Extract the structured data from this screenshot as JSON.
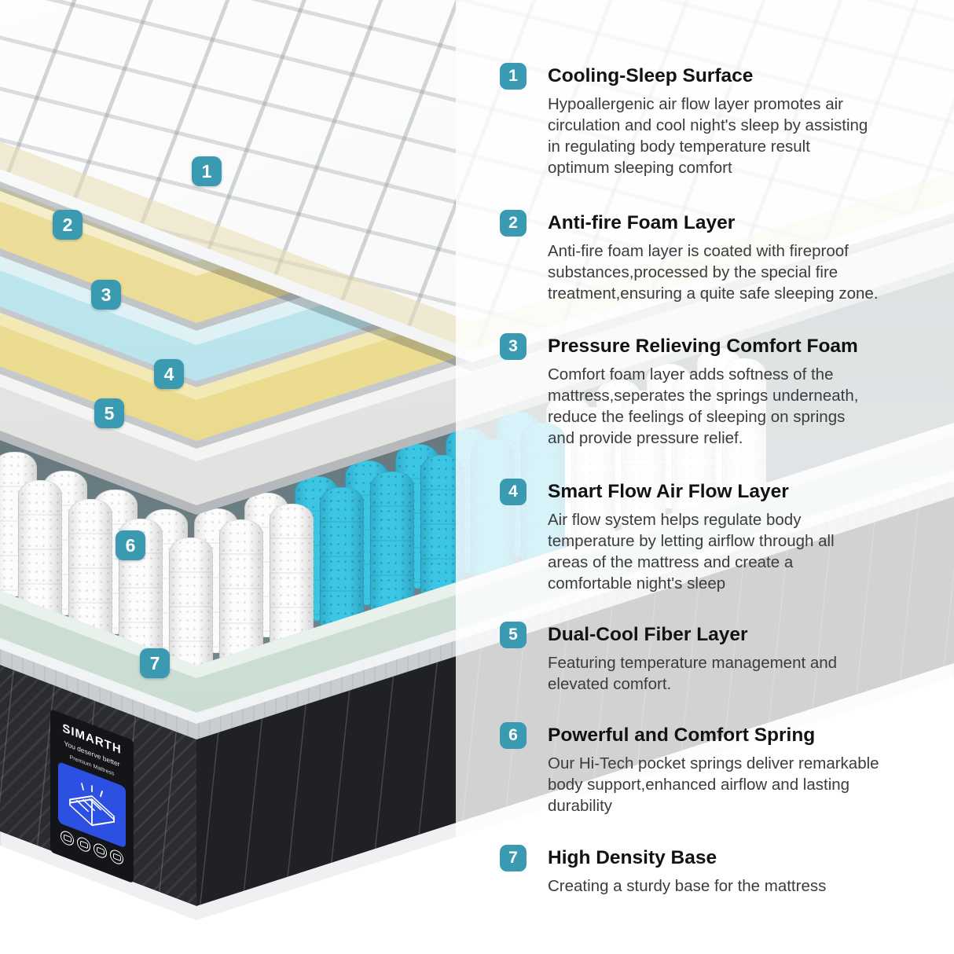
{
  "colors": {
    "accent": "#3a9ab2",
    "logo_blue": "#2b50e2",
    "foam_yellow": "#e8d88c",
    "foam_cyan": "#b8e4ec",
    "fiber_gray": "#e2e2e0",
    "spring_cyan": "#3cc6e6",
    "base_teal": "#ccdfd5",
    "base_black": "#202124"
  },
  "brand_panel": {
    "brand": "SIMARTH",
    "tagline": "You deserve better",
    "product": "Premium Mattress"
  },
  "features": [
    {
      "number": "1",
      "title": "Cooling-Sleep Surface",
      "description": "Hypoallergenic air flow layer promotes air\ncirculation and cool night's sleep by assisting\nin regulating body temperature result\noptimum sleeping comfort"
    },
    {
      "number": "2",
      "title": "Anti-fire Foam Layer",
      "description": "Anti-fire foam layer is coated with fireproof\nsubstances,processed by the special fire\ntreatment,ensuring a quite safe sleeping zone."
    },
    {
      "number": "3",
      "title": "Pressure Relieving Comfort Foam",
      "description": "Comfort foam layer adds softness of the\nmattress,seperates the springs underneath,\nreduce the feelings of sleeping on springs\nand provide pressure relief."
    },
    {
      "number": "4",
      "title": "Smart Flow Air Flow Layer",
      "description": "Air flow system helps regulate body\ntemperature by letting airflow through all\nareas of the mattress and create a\ncomfortable night's sleep"
    },
    {
      "number": "5",
      "title": "Dual-Cool Fiber Layer",
      "description": "Featuring temperature management and\nelevated comfort."
    },
    {
      "number": "6",
      "title": "Powerful and Comfort Spring",
      "description": "Our Hi-Tech pocket springs deliver remarkable\nbody support,enhanced airflow and lasting\ndurability"
    },
    {
      "number": "7",
      "title": "High Density Base",
      "description": "Creating a sturdy base for the mattress"
    }
  ]
}
